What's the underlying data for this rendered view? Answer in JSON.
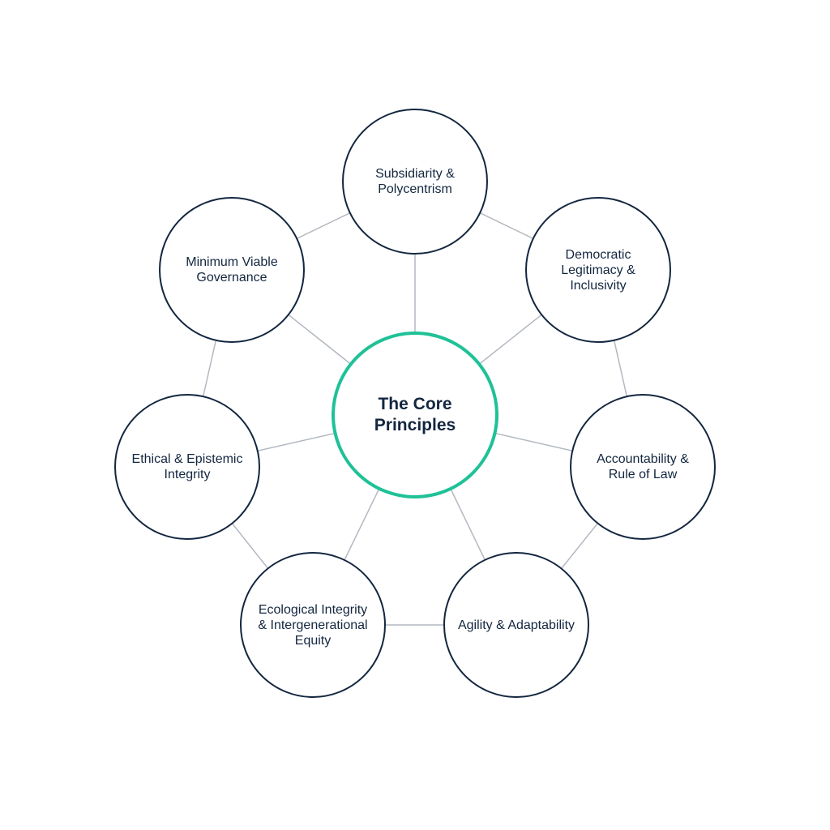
{
  "center": {
    "label": "The Core Principles"
  },
  "principles": [
    {
      "label": "Subsidiarity & Polycentrism"
    },
    {
      "label": "Democratic Legitimacy & Inclusivity"
    },
    {
      "label": "Accountability & Rule of Law"
    },
    {
      "label": "Agility & Adaptability"
    },
    {
      "label": "Ecological Integrity & Intergenerational Equity"
    },
    {
      "label": "Ethical & Epistemic Integrity"
    },
    {
      "label": "Minimum Viable Governance"
    }
  ],
  "colors": {
    "node_border": "#13263f",
    "center_border": "#1fc197",
    "connector": "#b3b8c0"
  }
}
